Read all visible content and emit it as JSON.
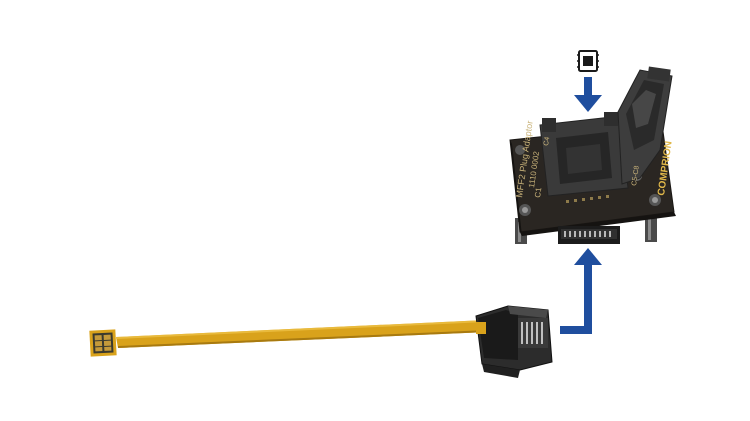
{
  "board": {
    "title": "MFF2 Plug Adaptor",
    "part_number": "1110 0002",
    "brand": "COMPRION",
    "label_c1": "C1",
    "label_c4": "C4",
    "label_c5_c8": "C5-C8"
  },
  "colors": {
    "arrow": "#1f4e9e",
    "pcb": "#2a2622",
    "flex_cable": "#d9a21b",
    "socket": "#3a3a3a",
    "brand_text": "#e0b84a"
  },
  "icons": {
    "chip": "chip-icon",
    "arrow_down": "arrow-down-icon",
    "arrow_up": "arrow-up-icon"
  }
}
